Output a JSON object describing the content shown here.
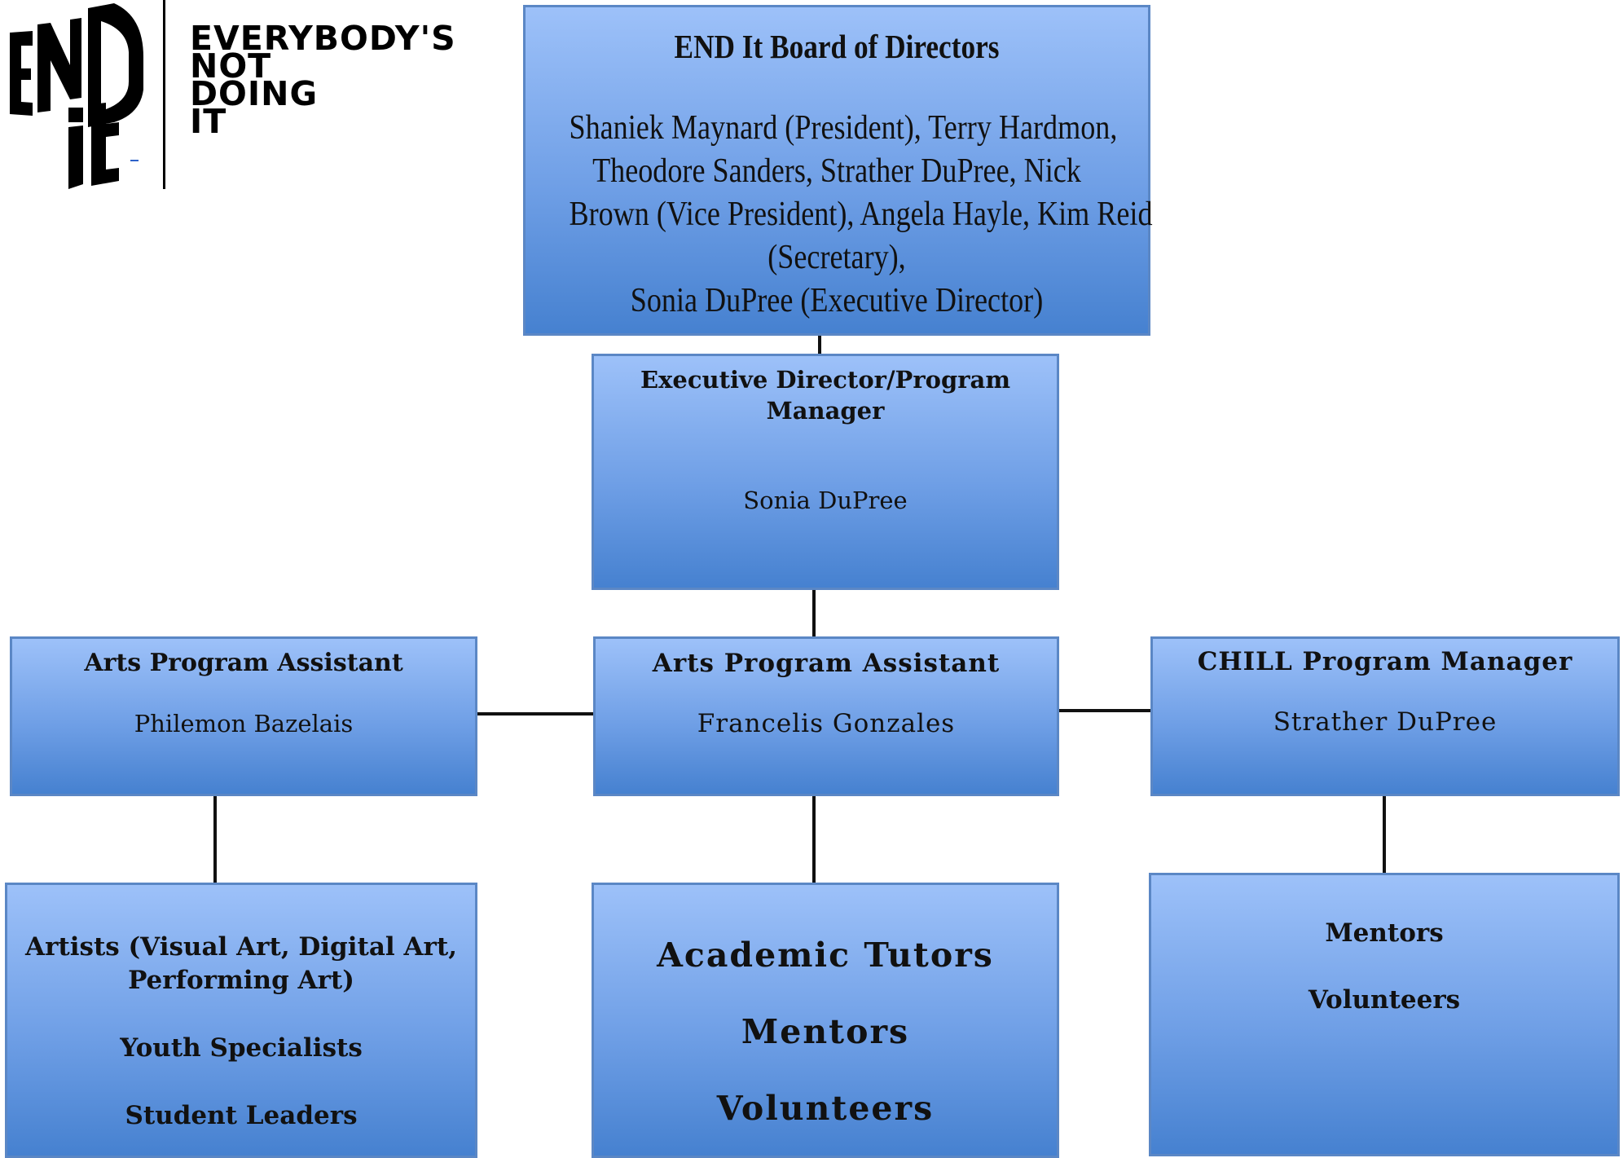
{
  "logo": {
    "wordmark": "END it",
    "tagline": [
      "EVERYBODY'S",
      "NOT",
      "DOING",
      "IT"
    ]
  },
  "board": {
    "title": "END It Board of Directors",
    "lines": [
      "Shaniek Maynard (President), Terry Hardmon,",
      "Theodore Sanders, Strather DuPree, Nick",
      "Brown (Vice President), Angela Hayle, Kim Reid",
      "(Secretary),",
      "Sonia DuPree (Executive Director)"
    ]
  },
  "executive": {
    "title_line1": "Executive Director/Program",
    "title_line2": "Manager",
    "name": "Sonia DuPree"
  },
  "left_assistant": {
    "title": "Arts Program Assistant",
    "name": "Philemon Bazelais"
  },
  "center_assistant": {
    "title": "Arts Program Assistant",
    "name": "Francelis Gonzales"
  },
  "chill": {
    "title": "CHILL Program Manager",
    "name": "Strather DuPree"
  },
  "left_team": {
    "line1": "Artists (Visual Art, Digital Art,",
    "line2": "Performing Art)",
    "line3": "Youth Specialists",
    "line4": "Student Leaders"
  },
  "center_team": {
    "line1": "Academic Tutors",
    "line2": "Mentors",
    "line3": "Volunteers"
  },
  "right_team": {
    "line1": "Mentors",
    "line2": "Volunteers"
  },
  "colors": {
    "box_top": "#9dc1f9",
    "box_bottom": "#4681d0",
    "box_border": "#5b87c5",
    "connector": "#111111"
  }
}
